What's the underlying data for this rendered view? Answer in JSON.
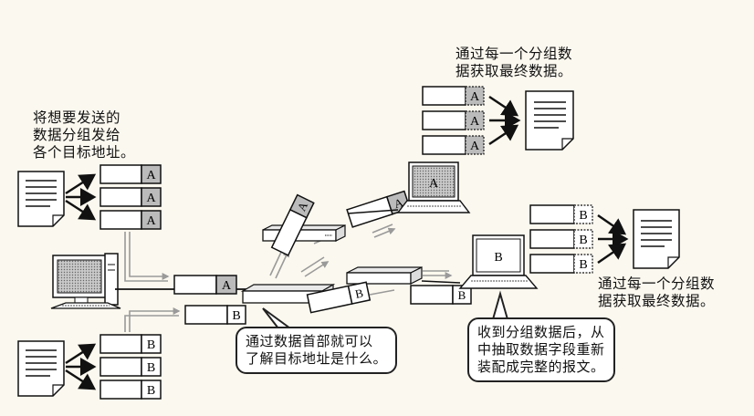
{
  "texts": {
    "send_note": [
      "将想要发送的",
      "数据分组发给",
      "各个目标地址。"
    ],
    "top_note": [
      "通过每一个分组数",
      "据获取最终数据。"
    ],
    "right_note": [
      "通过每一个分组数",
      "据获取最终数据。"
    ],
    "router_note": [
      "通过数据首部就可以",
      "了解目标地址是什么。"
    ],
    "receive_note": [
      "收到分组数据后，从",
      "中抽取数据字段重新",
      "装配成完整的报文。"
    ]
  },
  "labels": {
    "a": "A",
    "b": "B",
    "laptop_a": "A",
    "laptop_b": "B"
  },
  "colors": {
    "background": "#fbf8ef",
    "ink": "#111111",
    "packet_header": "#bbbbbb",
    "arrow_gray": "#9a9a9a"
  }
}
